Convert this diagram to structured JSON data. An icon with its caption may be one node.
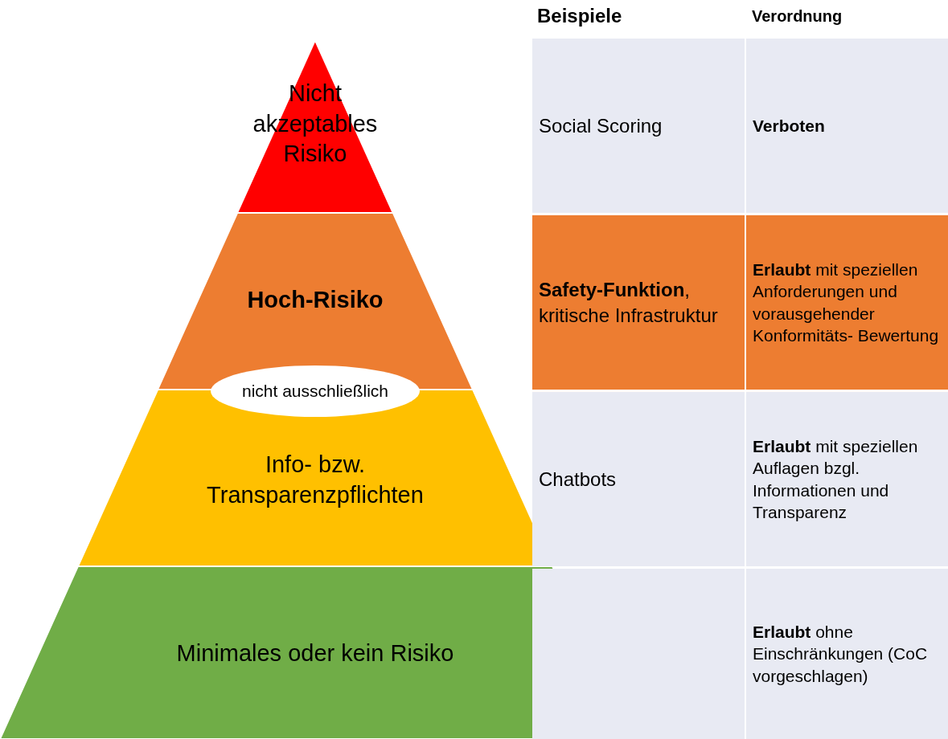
{
  "diagram": {
    "nodes": [
      {
        "text": [
          "Nicht akzeptables Risiko"
        ]
      },
      {
        "text": [
          "Hoch-Risiko"
        ]
      },
      {
        "text": [
          "nicht ausschließlich"
        ]
      },
      {
        "text": [
          "Info- bzw. Transparenzpflichten"
        ]
      },
      {
        "text": [
          "Minimales oder kein Risiko"
        ]
      }
    ],
    "labels": [
      "Beispiele",
      "Verordnung",
      "Social Scoring",
      "Verboten",
      "**Safety-Funktion**, kritische Infrastruktur",
      "**Erlaubt** mit speziellen Anforderungen und vorausgehender Konformitäts- Bewertung",
      "Chatbots",
      "**Erlaubt** mit speziellen Auflagen bzgl. Informationen und Transparenz",
      "**Erlaubt** ohne Einschränkungen (CoC vorgeschlagen)"
    ]
  }
}
